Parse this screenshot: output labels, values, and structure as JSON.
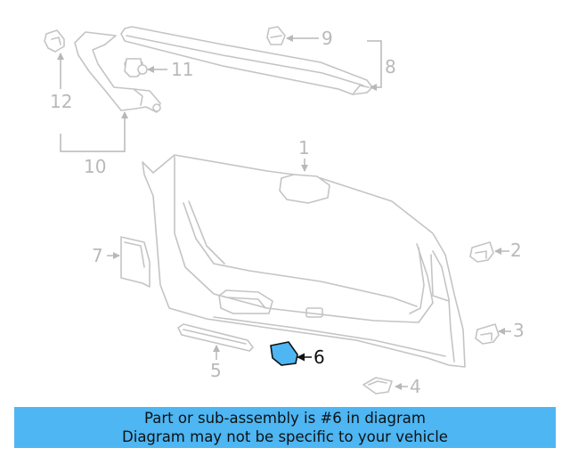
{
  "callouts": {
    "c1": "1",
    "c2": "2",
    "c3": "3",
    "c4": "4",
    "c5": "5",
    "c6": "6",
    "c7": "7",
    "c8": "8",
    "c9": "9",
    "c10": "10",
    "c11": "11",
    "c12": "12"
  },
  "highlighted_part": "6",
  "colors": {
    "highlight": "#4db6f3",
    "line_art": "#c4c4c4",
    "callout_text": "#b9b9b9",
    "highlight_text": "#111111"
  },
  "banner": {
    "line1": "Part or sub-assembly is #6 in diagram",
    "line2": "Diagram may not be specific to your vehicle"
  }
}
